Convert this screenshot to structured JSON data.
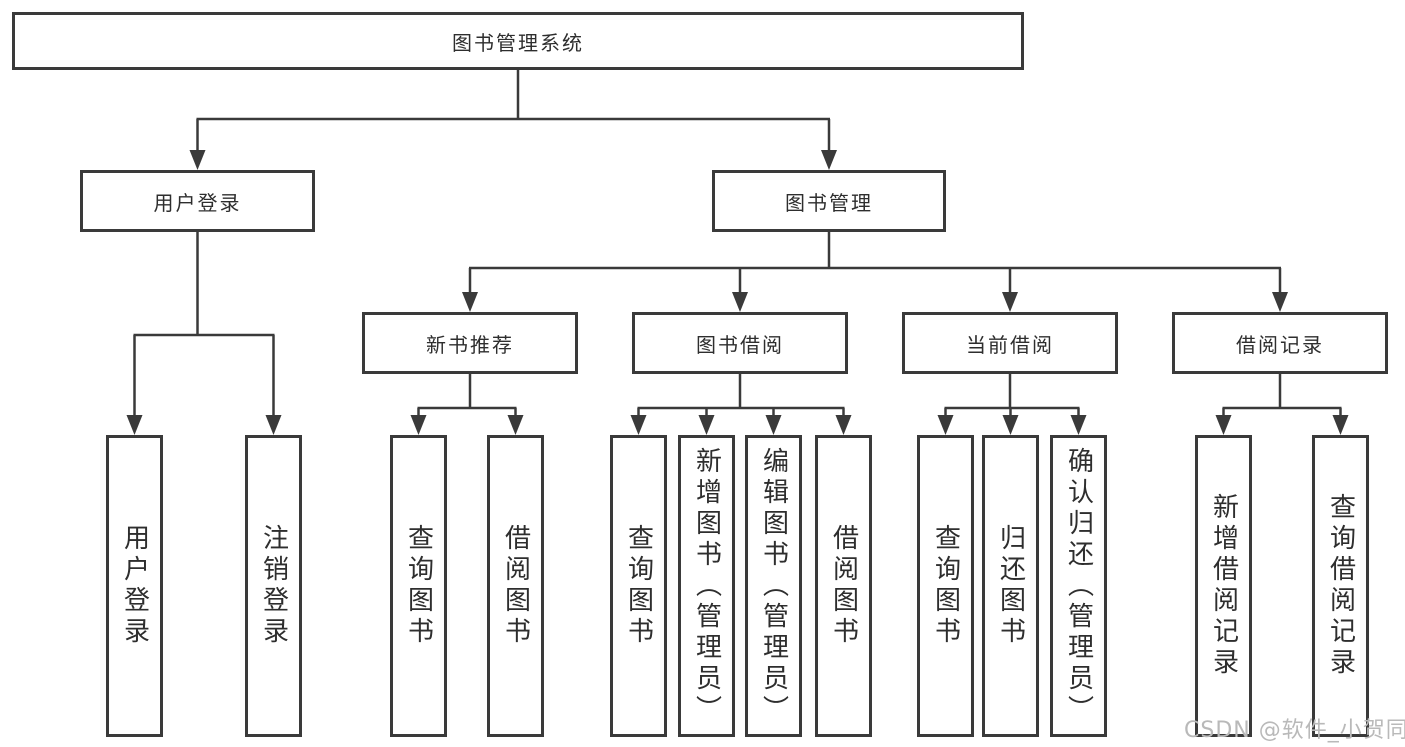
{
  "title": "图书管理系统",
  "watermark": "CSDN @软件_小贺同学",
  "colors": {
    "line": "#3a3a3a",
    "box_border": "#3a3a3a",
    "box_background": "#ffffff",
    "text": "#2e2e2e",
    "watermark": "#b9b9b9"
  },
  "branches": [
    {
      "label": "用户登录",
      "children": [
        "用户登录",
        "注销登录"
      ]
    },
    {
      "label": "图书管理",
      "sections": [
        {
          "label": "新书推荐",
          "children": [
            "查询图书",
            "借阅图书"
          ]
        },
        {
          "label": "图书借阅",
          "children": [
            "查询图书",
            "新增图书（管理员）",
            "编辑图书（管理员）",
            "借阅图书"
          ]
        },
        {
          "label": "当前借阅",
          "children": [
            "查询图书",
            "归还图书",
            "确认归还（管理员）"
          ]
        },
        {
          "label": "借阅记录",
          "children": [
            "新增借阅记录",
            "查询借阅记录"
          ]
        }
      ]
    }
  ]
}
